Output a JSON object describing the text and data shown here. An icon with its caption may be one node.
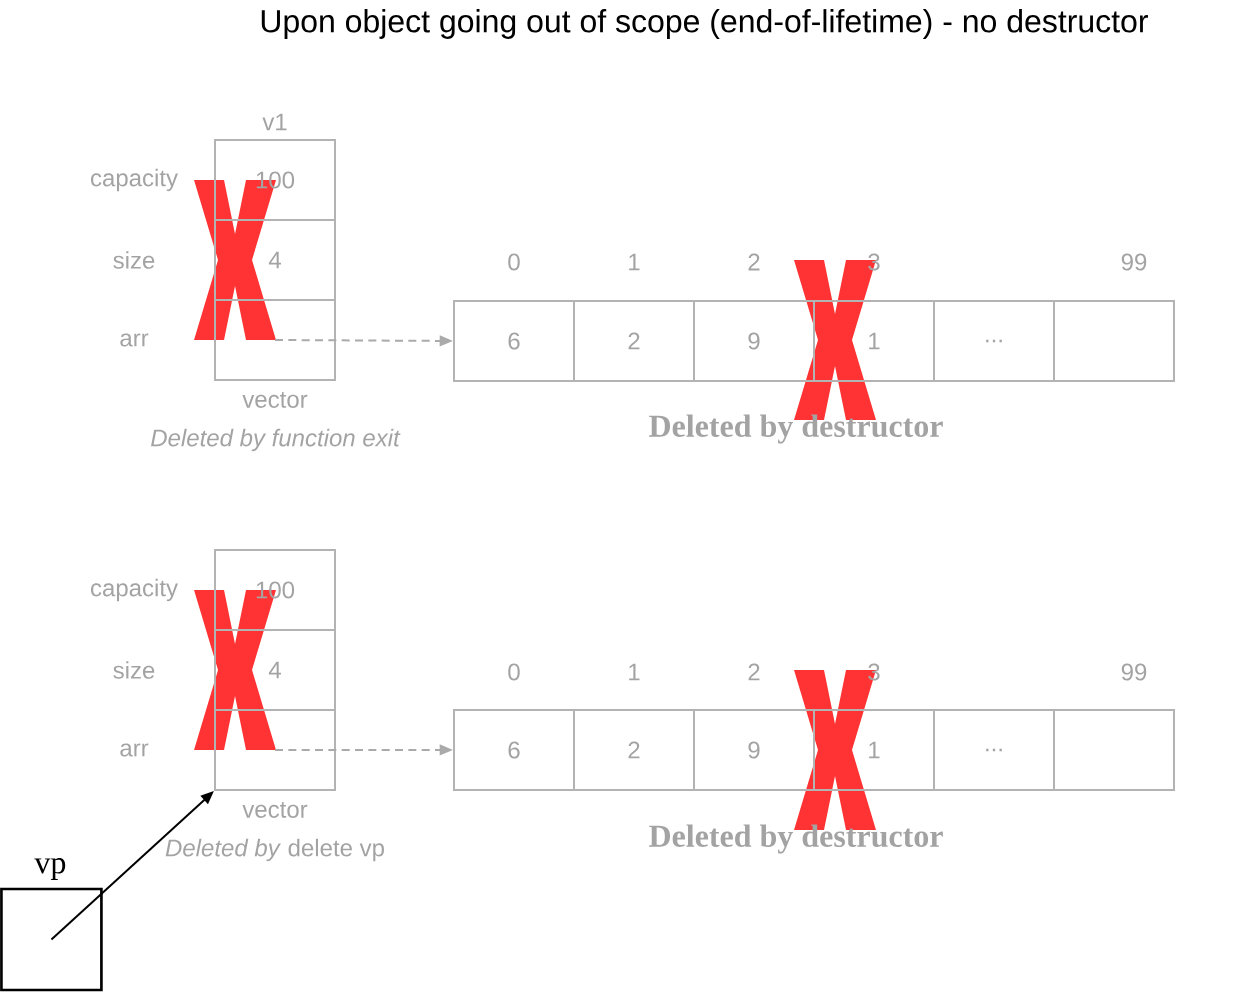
{
  "diagram": {
    "title": "Upon object going out of scope (end-of-lifetime) - no destructor",
    "nodes": [
      {
        "text": [
          "v1"
        ],
        "beside": [
          "vector",
          "Deleted by function exit"
        ]
      },
      {
        "text": [
          "100"
        ],
        "in": 0
      },
      {
        "text": [
          "4"
        ],
        "in": 0
      },
      {
        "text": [],
        "shape": "box",
        "in": 0
      },
      {
        "text": [],
        "shape": "box"
      },
      {
        "text": [
          "6"
        ],
        "in": 4
      },
      {
        "text": [
          "2"
        ],
        "in": 4
      },
      {
        "text": [
          "9"
        ],
        "in": 4
      },
      {
        "text": [
          "1"
        ],
        "in": 4
      },
      {
        "text": [
          "..."
        ],
        "in": 4
      },
      {
        "text": [],
        "shape": "box",
        "in": 4
      },
      {
        "text": [],
        "shape": "box",
        "beside": [
          "vector",
          "*Deleted by* delete vp"
        ]
      },
      {
        "text": [
          "100"
        ],
        "in": 11
      },
      {
        "text": [
          "4"
        ],
        "in": 11
      },
      {
        "text": [],
        "shape": "box",
        "in": 11
      },
      {
        "text": [],
        "shape": "box"
      },
      {
        "text": [
          "6"
        ],
        "in": 15
      },
      {
        "text": [
          "2"
        ],
        "in": 15
      },
      {
        "text": [
          "9"
        ],
        "in": 15
      },
      {
        "text": [
          "1"
        ],
        "in": 15
      },
      {
        "text": [
          "..."
        ],
        "in": 15
      },
      {
        "text": [],
        "shape": "box",
        "in": 15
      },
      {
        "text": [
          "vp"
        ]
      },
      {
        "text": [],
        "shape": "cross"
      },
      {
        "text": [],
        "shape": "cross"
      },
      {
        "text": [],
        "shape": "cross"
      },
      {
        "text": [],
        "shape": "cross"
      }
    ],
    "edges": [
      {
        "from": 3,
        "to": 5,
        "arrow": "to",
        "style": "dashed"
      },
      {
        "from": 14,
        "to": 16,
        "arrow": "to",
        "style": "dashed"
      },
      {
        "from": 22,
        "to": 11,
        "arrow": "to",
        "color": "#000000"
      }
    ],
    "labels": [
      "capacity",
      "size",
      "0",
      "1",
      "2",
      "3",
      "99",
      "arr",
      "Deleted by destructor",
      "capacity",
      "size",
      "0",
      "1",
      "2",
      "3",
      "99",
      "arr",
      "Deleted by destructor"
    ]
  }
}
